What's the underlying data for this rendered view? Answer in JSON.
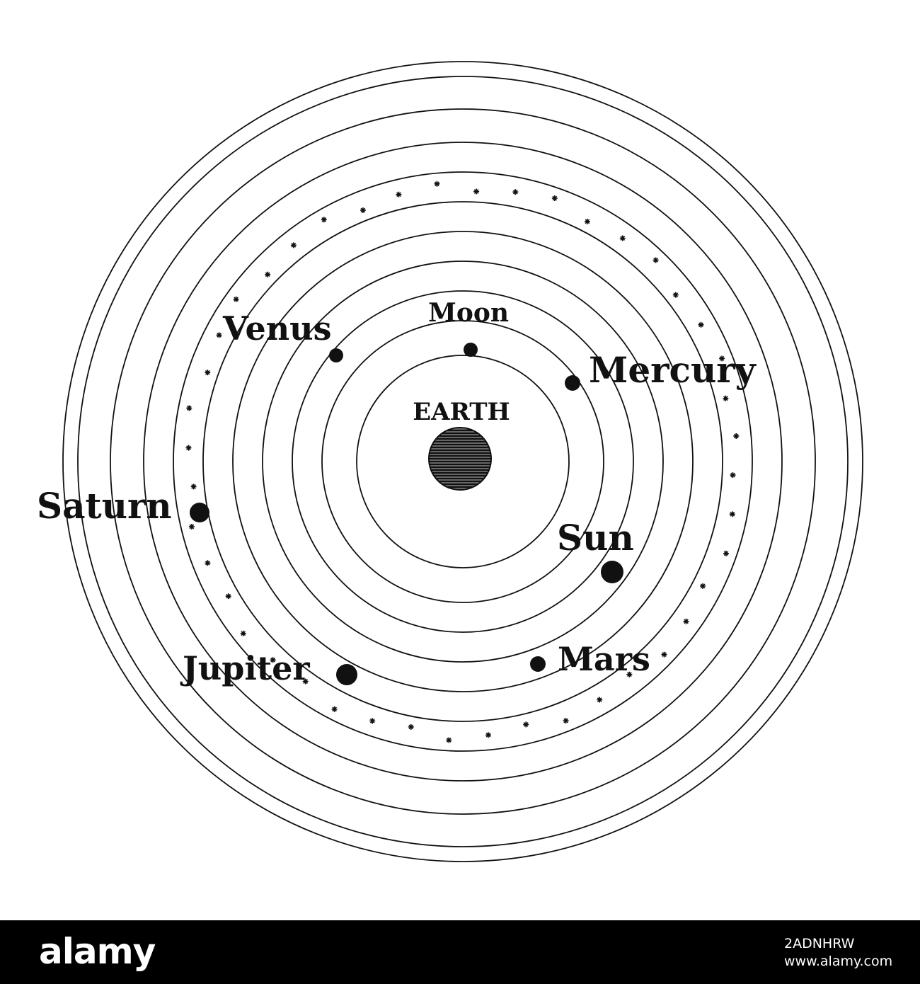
{
  "diagram": {
    "center_label": "EARTH",
    "bodies": [
      {
        "id": "moon",
        "label": "Moon"
      },
      {
        "id": "mercury",
        "label": "Mercury"
      },
      {
        "id": "venus",
        "label": "Venus"
      },
      {
        "id": "sun",
        "label": "Sun"
      },
      {
        "id": "mars",
        "label": "Mars"
      },
      {
        "id": "jupiter",
        "label": "Jupiter"
      },
      {
        "id": "saturn",
        "label": "Saturn"
      }
    ],
    "colors": {
      "ink": "#111111",
      "paper": "#ffffff"
    }
  },
  "footer": {
    "brand": "alamy",
    "image_id": "2ADNHRW",
    "site": "www.alamy.com",
    "background": "#000000"
  }
}
